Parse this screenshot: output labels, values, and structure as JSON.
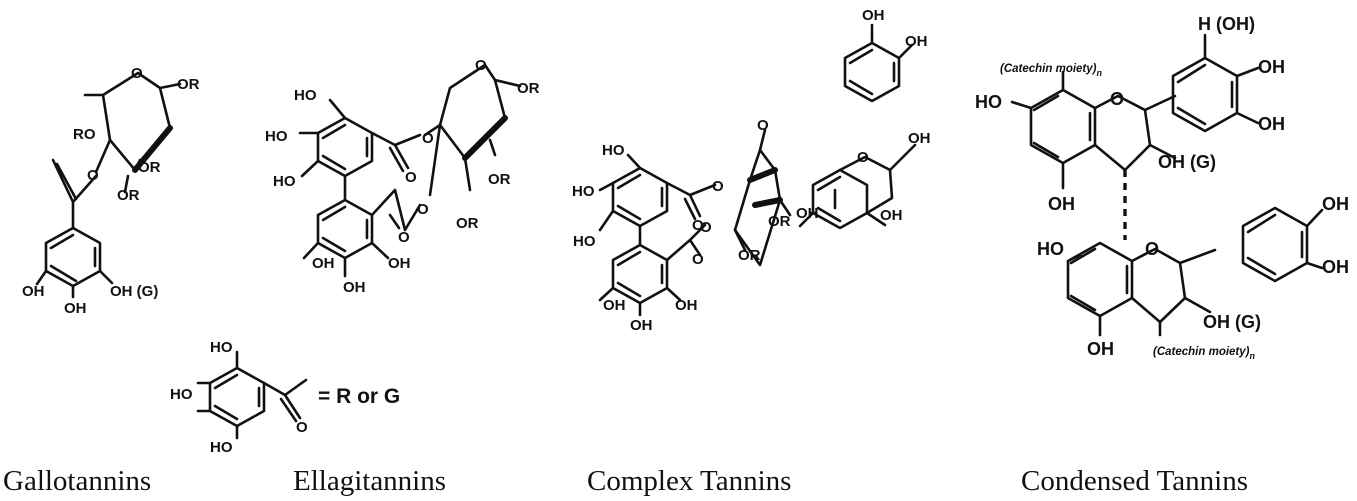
{
  "captions": {
    "gallotannins": "Gallotannins",
    "ellagitannins": "Ellagitannins",
    "complex": "Complex Tannins",
    "condensed": "Condensed Tannins"
  },
  "atoms": {
    "oh": "OH",
    "ho": "HO",
    "o": "O",
    "or": "OR",
    "ro": "RO",
    "oh_g": "OH (G)",
    "h_oh": "H (OH)"
  },
  "labels": {
    "catechin_moiety": "(Catechin moiety)",
    "moiety_subscript": "n",
    "legend": "= R or G"
  }
}
